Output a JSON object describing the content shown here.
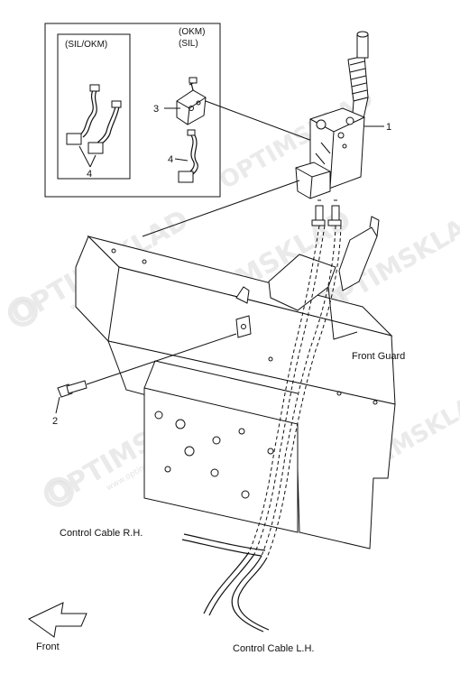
{
  "inset": {
    "left_title": "(SIL/OKM)",
    "right_title_line1": "(OKM)",
    "right_title_line2": "(SIL)"
  },
  "callouts": {
    "c1": "1",
    "c2": "2",
    "c3": "3",
    "c4a": "4",
    "c4b": "4"
  },
  "labels": {
    "front_guard": "Front Guard",
    "control_cable_rh": "Control Cable R.H.",
    "control_cable_lh": "Control Cable L.H.",
    "front": "Front"
  },
  "watermark": {
    "brand": "OPTIMSKLAD",
    "url": "www.optimsklad.ru"
  }
}
